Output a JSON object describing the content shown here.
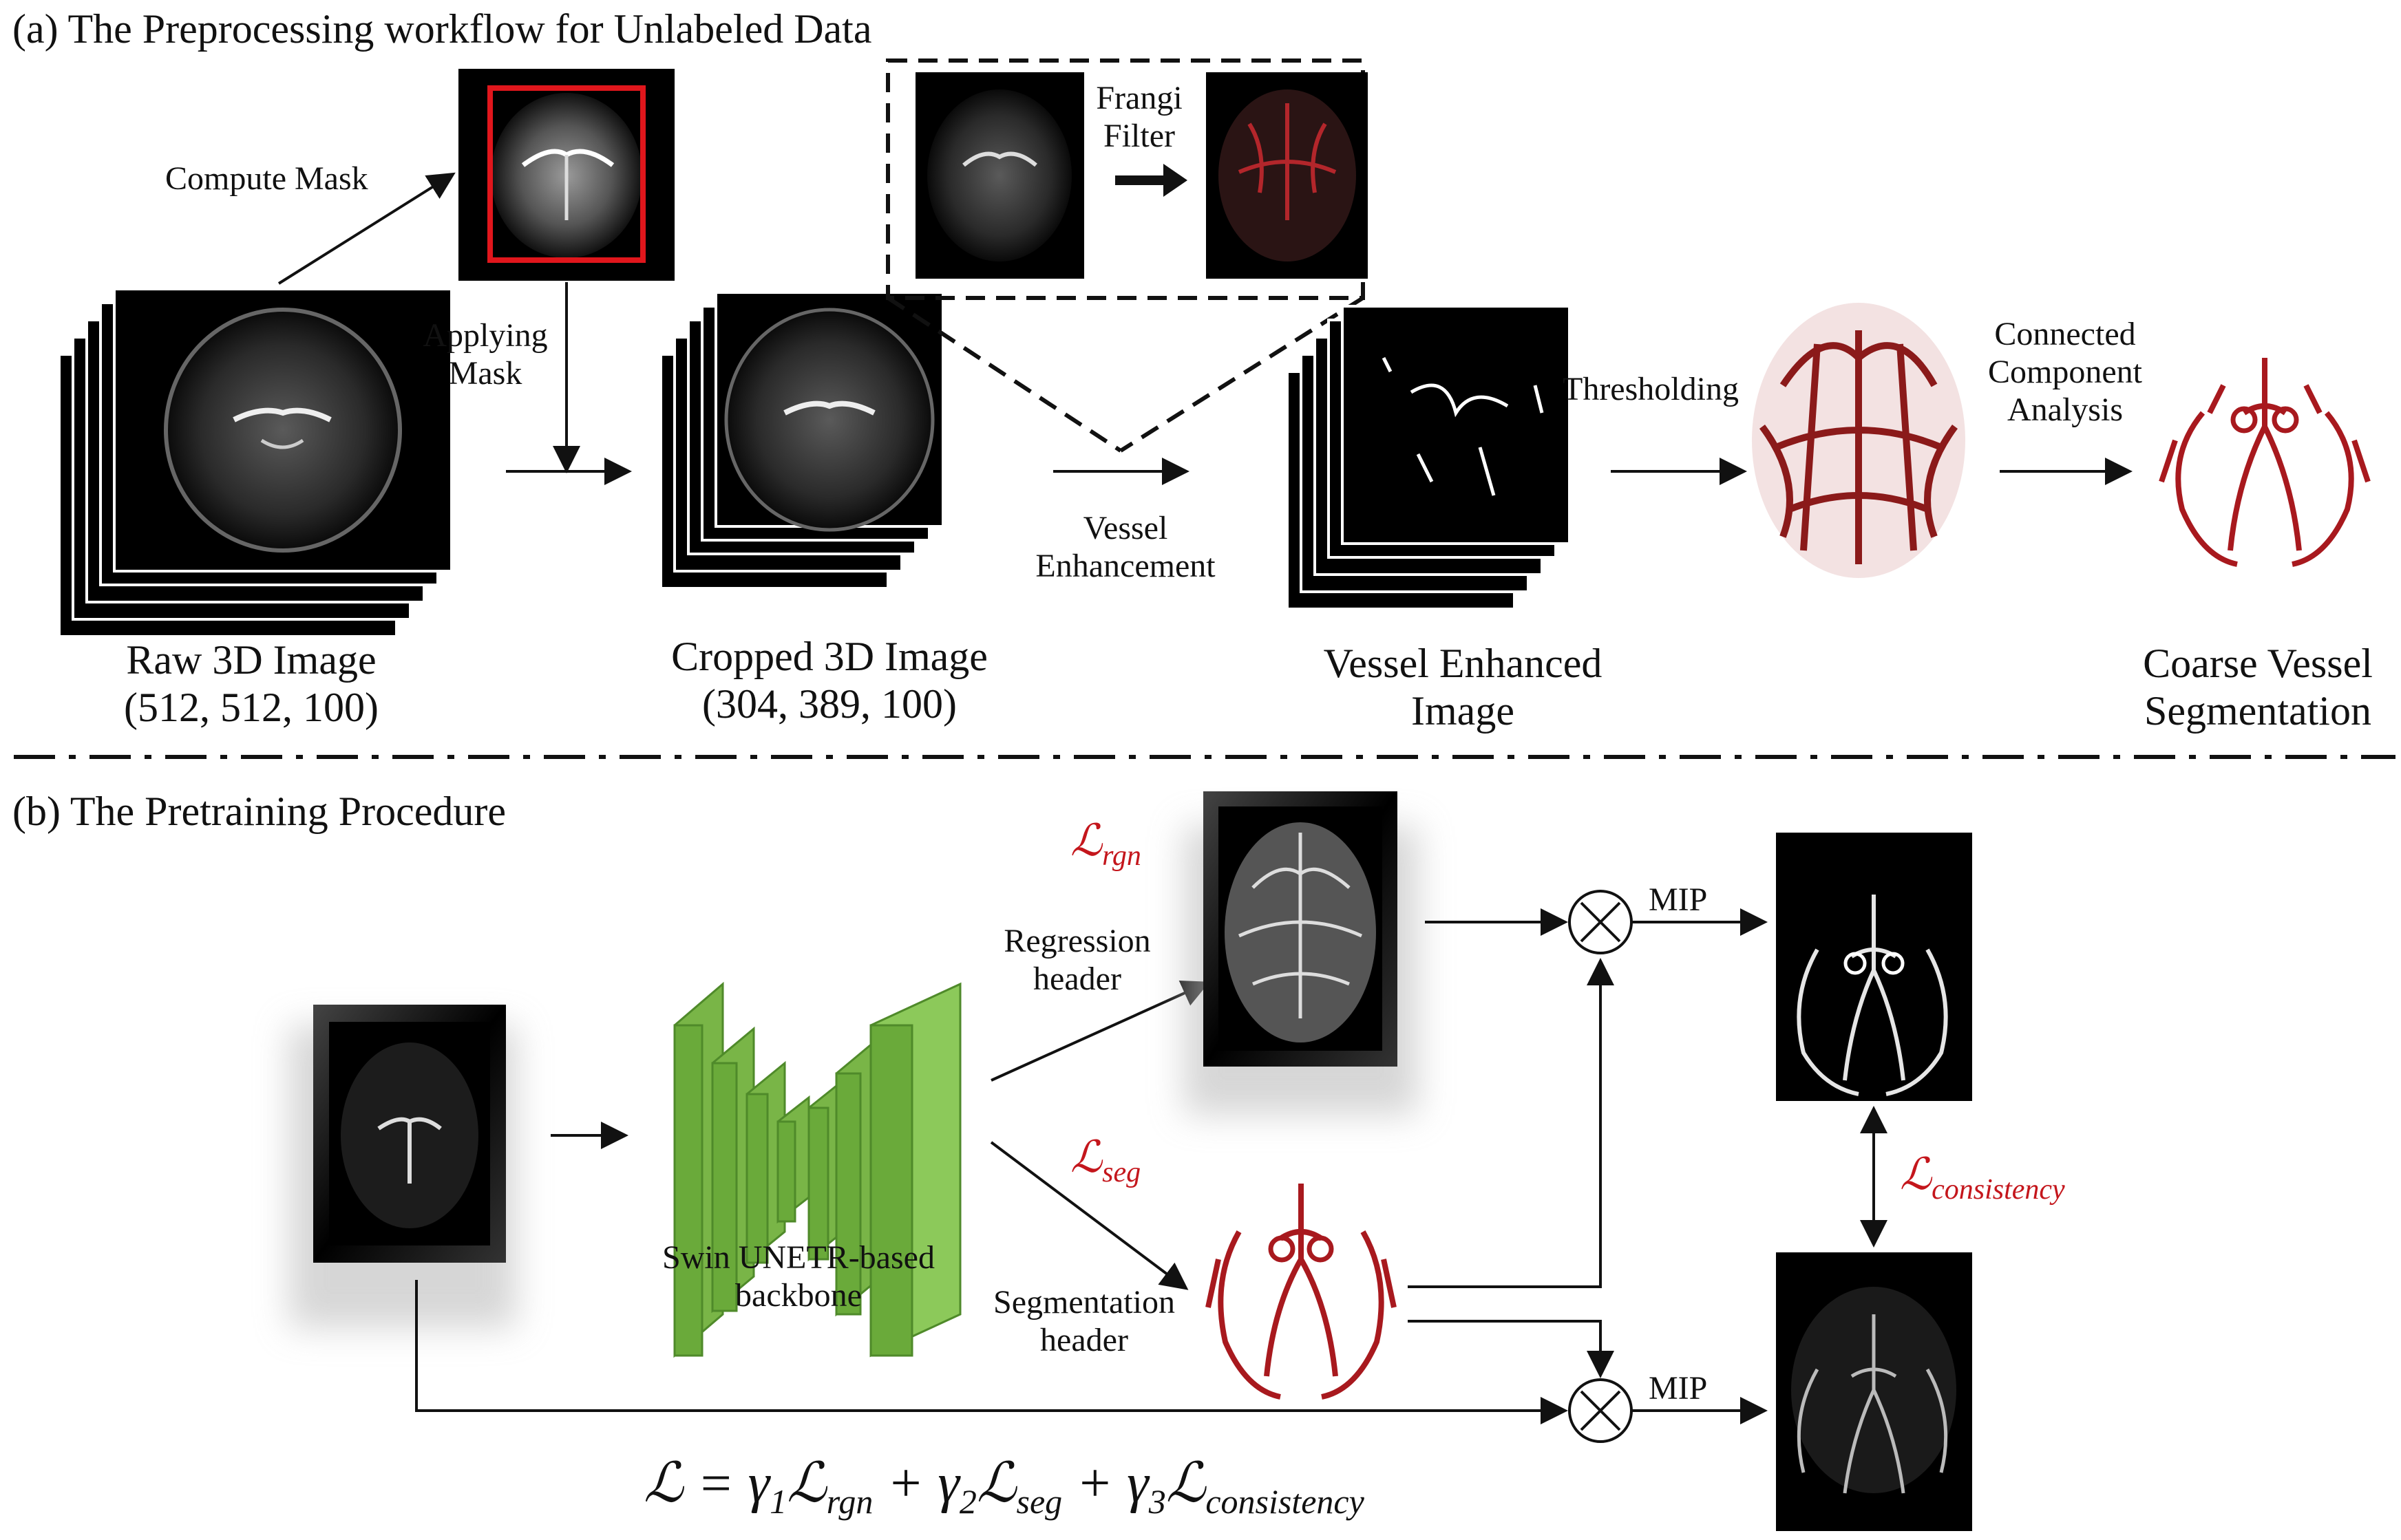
{
  "section_a": {
    "title": "(a) The Preprocessing workflow for Unlabeled Data",
    "compute_mask": "Compute Mask",
    "applying_mask": [
      "Applying",
      "Mask"
    ],
    "frangi_filter": [
      "Frangi",
      "Filter"
    ],
    "vessel_enhancement": [
      "Vessel",
      "Enhancement"
    ],
    "thresholding": "Thresholding",
    "connected_component": [
      "Connected",
      "Component",
      "Analysis"
    ],
    "raw_image": [
      "Raw 3D Image",
      "(512, 512, 100)"
    ],
    "cropped_image": [
      "Cropped 3D Image",
      "(304, 389, 100)"
    ],
    "enhanced_image": [
      "Vessel Enhanced",
      "Image"
    ],
    "coarse_seg": [
      "Coarse Vessel",
      "Segmentation"
    ]
  },
  "section_b": {
    "title": "(b) The Pretraining Procedure",
    "backbone": [
      "Swin UNETR-based",
      "backbone"
    ],
    "regression_header": [
      "Regression",
      "header"
    ],
    "segmentation_header": [
      "Segmentation",
      "header"
    ],
    "mip_top": "MIP",
    "mip_bottom": "MIP",
    "loss_rgn": {
      "symbol": "ℒ",
      "sub": "rgn"
    },
    "loss_seg": {
      "symbol": "ℒ",
      "sub": "seg"
    },
    "loss_consistency": {
      "symbol": "ℒ",
      "sub": "consistency"
    },
    "formula": {
      "lhs": "ℒ = ",
      "g1": "γ",
      "g1_sub": "1",
      "l1": "ℒ",
      "l1_sub": "rgn",
      "plus1": " + ",
      "g2": "γ",
      "g2_sub": "2",
      "l2": "ℒ",
      "l2_sub": "seg",
      "plus2": " + ",
      "g3": "γ",
      "g3_sub": "3",
      "l3": "ℒ",
      "l3_sub": "consistency"
    }
  },
  "colors": {
    "accent_red": "#c4161c",
    "vessel_red": "#8b1a1a",
    "backbone_green": "#6aaa3a",
    "backbone_green_light": "#8cc95a",
    "image_bg": "#000000"
  }
}
